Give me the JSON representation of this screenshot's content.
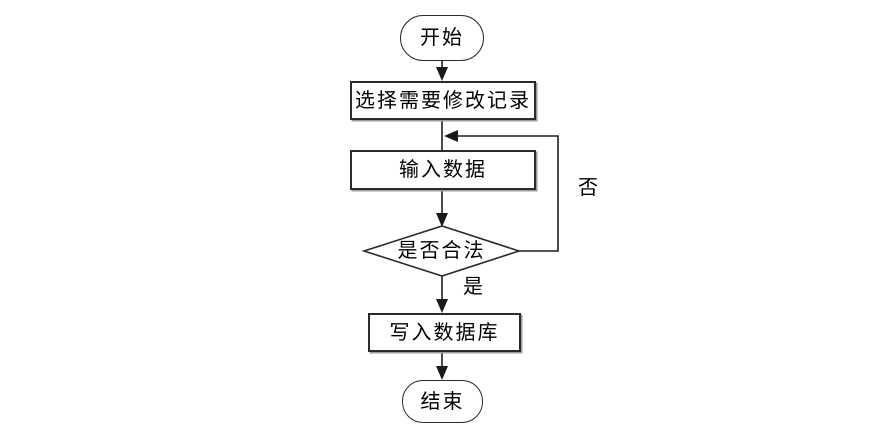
{
  "diagram": {
    "type": "flowchart",
    "nodes": [
      {
        "id": "start",
        "type": "terminator",
        "label": "开始"
      },
      {
        "id": "select",
        "type": "process",
        "label": "选择需要修改记录"
      },
      {
        "id": "input",
        "type": "process",
        "label": "输入数据"
      },
      {
        "id": "decision",
        "type": "decision",
        "label": "是否合法"
      },
      {
        "id": "write",
        "type": "process",
        "label": "写入数据库"
      },
      {
        "id": "end",
        "type": "terminator",
        "label": "结束"
      }
    ],
    "edges": [
      {
        "from": "start",
        "to": "select",
        "label": ""
      },
      {
        "from": "select",
        "to": "input",
        "label": ""
      },
      {
        "from": "input",
        "to": "decision",
        "label": ""
      },
      {
        "from": "decision",
        "to": "input",
        "label": "否"
      },
      {
        "from": "decision",
        "to": "write",
        "label": "是"
      },
      {
        "from": "write",
        "to": "end",
        "label": ""
      }
    ],
    "colors": {
      "line": "#1f1f1f",
      "shape_border": "#2b2b2b",
      "shape_fill": "#ffffff",
      "text": "#000000",
      "background": "#ffffff"
    }
  }
}
